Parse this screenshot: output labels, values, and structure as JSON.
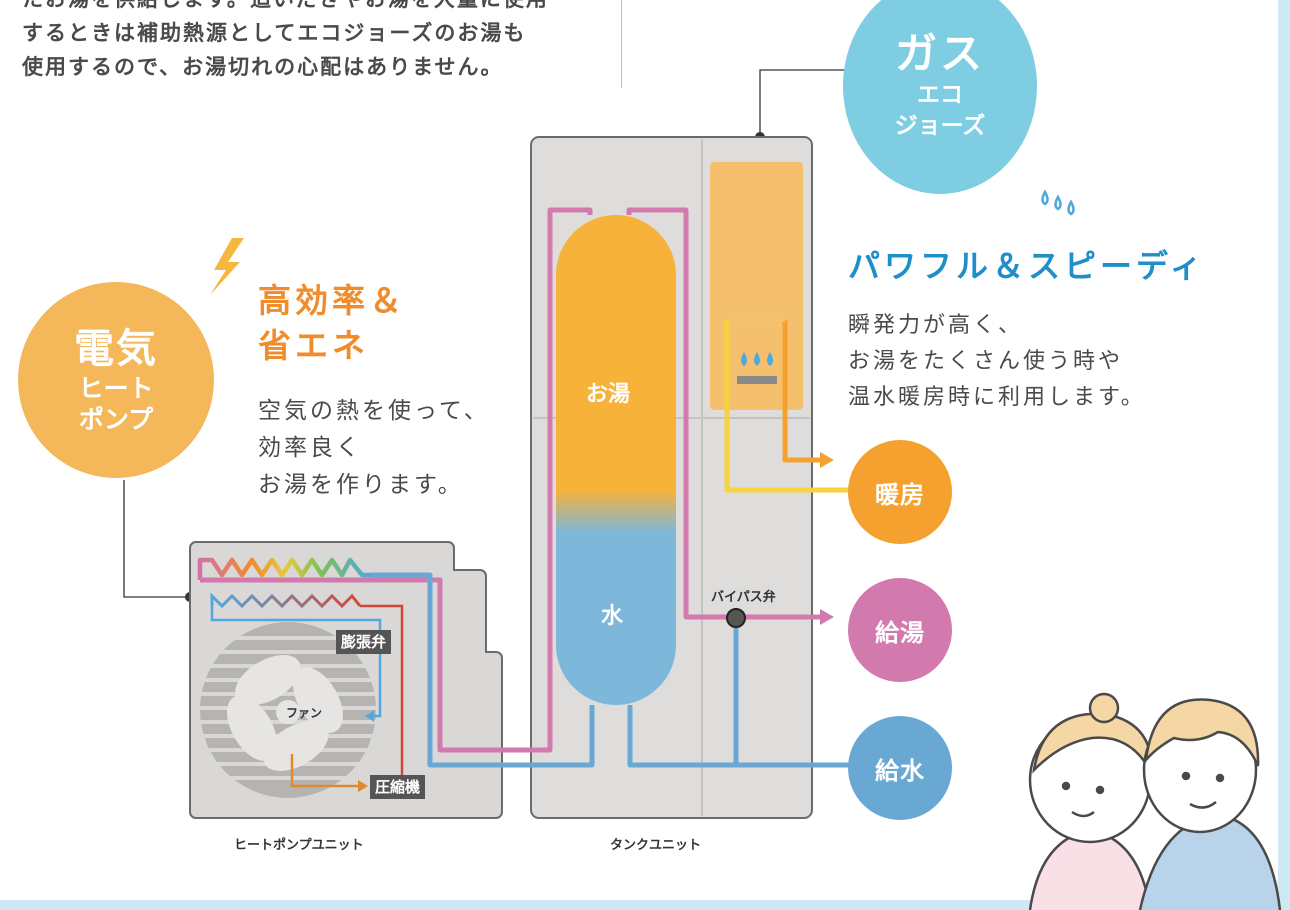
{
  "intro": {
    "lines": [
      "たお湯を供給します。追いだきやお湯を大量に使用",
      "するときは補助熱源としてエコジョーズのお湯も",
      "使用するので、お湯切れの心配はありません。"
    ]
  },
  "electric": {
    "title": "電気",
    "subtitle_1": "ヒート",
    "subtitle_2": "ポンプ",
    "heading_1": "高効率＆",
    "heading_2": "省エネ",
    "desc_1": "空気の熱を使って、",
    "desc_2": "効率良く",
    "desc_3": "お湯を作ります。",
    "icon": "lightning-icon"
  },
  "gas": {
    "title": "ガス",
    "subtitle_1": "エコ",
    "subtitle_2": "ジョーズ",
    "heading": "パワフル＆スピーディ",
    "desc_1": "瞬発力が高く、",
    "desc_2": "お湯をたくさん使う時や",
    "desc_3": "温水暖房時に利用します。",
    "icon": "water-drops-icon"
  },
  "tank": {
    "hot": "お湯",
    "cold": "水",
    "label": "タンクユニット",
    "bypass": "バイパス弁"
  },
  "heatpump": {
    "label": "ヒートポンプユニット",
    "expansion_valve": "膨張弁",
    "fan": "ファン",
    "compressor": "圧縮機"
  },
  "outputs": {
    "heating": "暖房",
    "hot_supply": "給湯",
    "water_supply": "給水"
  },
  "colors": {
    "orange": "#f5a12f",
    "pink": "#d27aae",
    "blue": "#6aa8d4",
    "light_blue": "#7fcde3",
    "yellow": "#f4b85b"
  }
}
